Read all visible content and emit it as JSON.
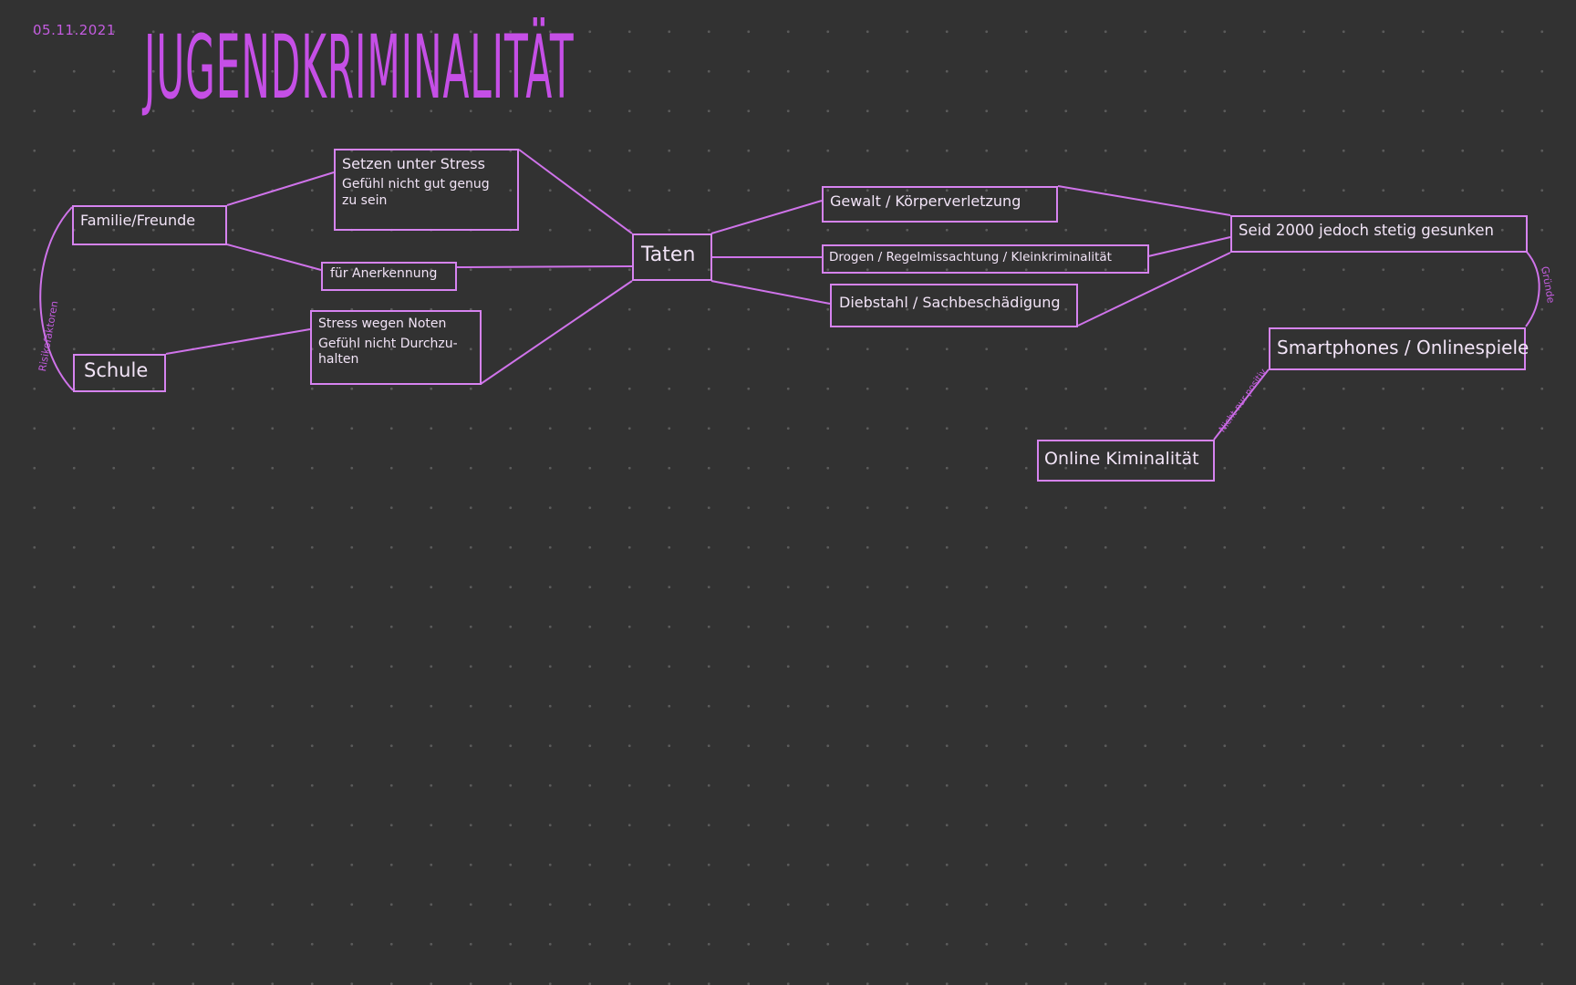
{
  "date": "05.11.2021",
  "title": "JUGENDKRIMINALITÄT",
  "colors": {
    "background": "#323232",
    "accent": "#c54fe6",
    "stroke": "#cf73ea",
    "text": "#f2e4f7"
  },
  "nodes": {
    "familie": [
      "Familie/Freunde"
    ],
    "schule": [
      "Schule"
    ],
    "stress": [
      "Setzen unter Stress",
      "Gefühl nicht gut genug",
      "zu sein"
    ],
    "anerkennung": [
      "für Anerkennung"
    ],
    "noten": [
      "Stress wegen Noten",
      "Gefühl nicht Durchzu-",
      "halten"
    ],
    "taten": [
      "Taten"
    ],
    "gewalt": [
      "Gewalt / Körperverletzung"
    ],
    "drogen": [
      "Drogen / Regelmissachtung / Kleinkriminalität"
    ],
    "diebstahl": [
      "Diebstahl / Sachbeschädigung"
    ],
    "gesunken": [
      "Seid 2000 jedoch stetig gesunken"
    ],
    "smartphones": [
      "Smartphones / Onlinespiele"
    ],
    "online": [
      "Online Kiminalität"
    ]
  },
  "edge_labels": {
    "risikofaktoren": "Risikofaktoren",
    "gruende": "Gründe",
    "nicht_nur_positiv": "Nicht nur positiv"
  }
}
